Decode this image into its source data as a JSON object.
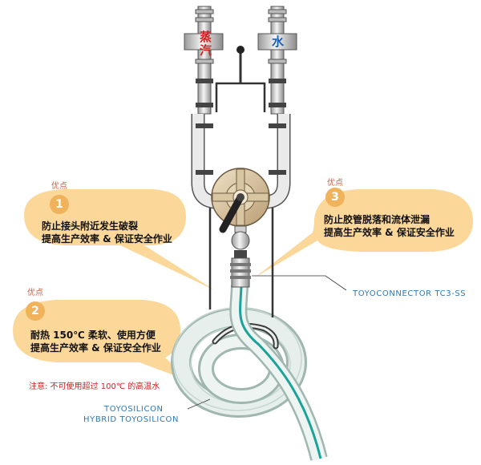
{
  "pipe_labels": {
    "steam_line1": "蒸",
    "steam_line2": "汽",
    "water": "水"
  },
  "advantages": [
    {
      "tag": "优点",
      "number": "1",
      "line1": "防止接头附近发生破裂",
      "line2": "提高生产效率 & 保证安全作业"
    },
    {
      "tag": "优点",
      "number": "2",
      "line1": "耐热 150℃ 柔软、使用方便",
      "line2": "提高生产效率 & 保证安全作业"
    },
    {
      "tag": "优点",
      "number": "3",
      "line1": "防止胶管脱落和流体泄漏",
      "line2": "提高生产效率 & 保证安全作业"
    }
  ],
  "warning": "注意:  不可使用超过 100℃ 的高温水",
  "callouts": {
    "connector": "TOYOCONNECTOR TC3-SS",
    "hose_line1": "TOYOSILICON",
    "hose_line2": "HYBRID TOYOSILICON"
  },
  "colors": {
    "bubble": "#fbd79a",
    "badge": "#f0b25a",
    "accent_text": "#2a78b8",
    "steam_text": "#d02020",
    "water_text": "#1a5fb0",
    "hose_stripe": "#1aa39a"
  }
}
